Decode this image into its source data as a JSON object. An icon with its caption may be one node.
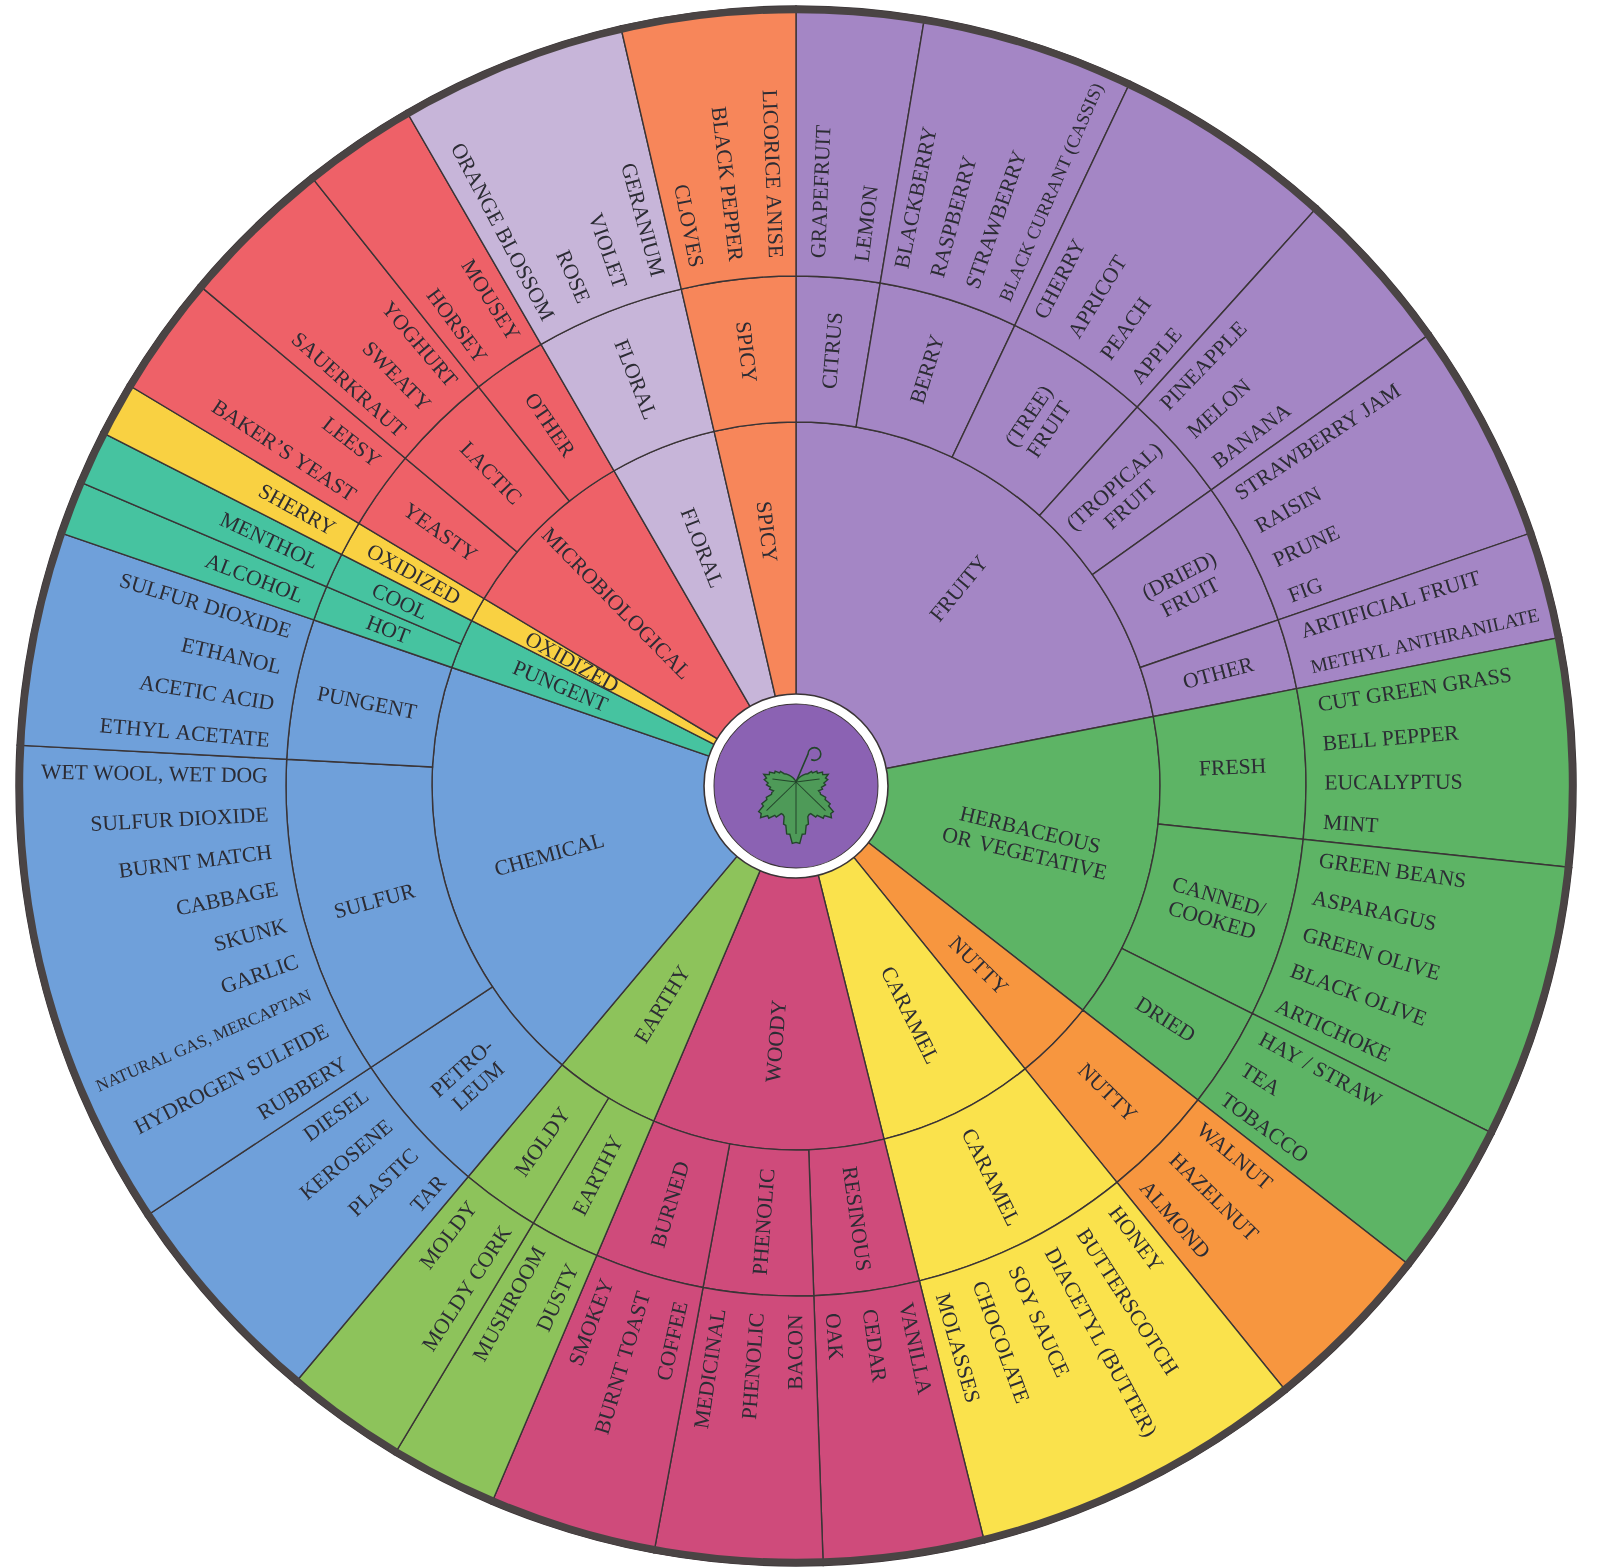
{
  "diagram": {
    "nodes": [
      {
        "text": [
          "FRUITY"
        ]
      },
      {
        "text": [
          "CITRUS"
        ]
      },
      {
        "text": [
          "GRAPEFRUIT",
          "LEMON"
        ]
      },
      {
        "text": [
          "BERRY"
        ]
      },
      {
        "text": [
          "BLACKBERRY",
          "RASPBERRY",
          "STRAWBERRY",
          "BLACK CURRANT (CASSIS)"
        ]
      },
      {
        "text": [
          "(TREE) FRUIT"
        ]
      },
      {
        "text": [
          "CHERRY",
          "APRICOT",
          "PEACH",
          "APPLE"
        ]
      },
      {
        "text": [
          "(TROPICAL) FRUIT"
        ]
      },
      {
        "text": [
          "PINEAPPLE",
          "MELON",
          "BANANA"
        ]
      },
      {
        "text": [
          "(DRIED) FRUIT"
        ]
      },
      {
        "text": [
          "STRAWBERRY JAM",
          "RAISIN",
          "PRUNE",
          "FIG"
        ]
      },
      {
        "text": [
          "OTHER"
        ]
      },
      {
        "text": [
          "ARTIFICIAL FRUIT",
          "METHYL ANTHRANILATE"
        ]
      },
      {
        "text": [
          "HERBACEOUS OR VEGETATIVE"
        ]
      },
      {
        "text": [
          "FRESH"
        ]
      },
      {
        "text": [
          "CUT GREEN GRASS",
          "BELL PEPPER",
          "EUCALYPTUS",
          "MINT"
        ]
      },
      {
        "text": [
          "CANNED/ COOKED"
        ]
      },
      {
        "text": [
          "GREEN BEANS",
          "ASPARAGUS",
          "GREEN OLIVE",
          "BLACK OLIVE",
          "ARTICHOKE"
        ]
      },
      {
        "text": [
          "DRIED"
        ]
      },
      {
        "text": [
          "HAY / STRAW",
          "TEA",
          "TOBACCO"
        ]
      },
      {
        "text": [
          "NUTTY"
        ]
      },
      {
        "text": [
          "NUTTY"
        ]
      },
      {
        "text": [
          "WALNUT",
          "HAZELNUT",
          "ALMOND"
        ]
      },
      {
        "text": [
          "CARAMEL"
        ]
      },
      {
        "text": [
          "CARAMEL"
        ]
      },
      {
        "text": [
          "HONEY",
          "BUTTERSCOTCH",
          "DIACETYL (BUTTER)",
          "SOY SAUCE",
          "CHOCOLATE",
          "MOLASSES"
        ]
      },
      {
        "text": [
          "WOODY"
        ]
      },
      {
        "text": [
          "RESINOUS"
        ]
      },
      {
        "text": [
          "VANILLA",
          "CEDAR",
          "OAK"
        ]
      },
      {
        "text": [
          "PHENOLIC"
        ]
      },
      {
        "text": [
          "BACON",
          "PHENOLIC",
          "MEDICINAL"
        ]
      },
      {
        "text": [
          "BURNED"
        ]
      },
      {
        "text": [
          "COFFEE",
          "BURNT TOAST",
          "SMOKEY"
        ]
      },
      {
        "text": [
          "EARTHY"
        ]
      },
      {
        "text": [
          "EARTHY"
        ]
      },
      {
        "text": [
          "DUSTY",
          "MUSHROOM"
        ]
      },
      {
        "text": [
          "MOLDY"
        ]
      },
      {
        "text": [
          "MOLDY CORK",
          "MOLDY"
        ]
      },
      {
        "text": [
          "CHEMICAL"
        ]
      },
      {
        "text": [
          "PETRO- LEUM"
        ]
      },
      {
        "text": [
          "TAR",
          "PLASTIC",
          "KEROSENE",
          "DIESEL"
        ]
      },
      {
        "text": [
          "SULFUR"
        ]
      },
      {
        "text": [
          "RUBBERY",
          "HYDROGEN SULFIDE",
          "NATURAL GAS, MERCAPTAN",
          "GARLIC",
          "SKUNK",
          "CABBAGE",
          "BURNT MATCH",
          "SULFUR DIOXIDE",
          "WET WOOL, WET DOG"
        ]
      },
      {
        "text": [
          "PUNGENT"
        ]
      },
      {
        "text": [
          "ETHYL ACETATE",
          "ACETIC ACID",
          "ETHANOL",
          "SULFUR DIOXIDE"
        ]
      },
      {
        "text": [
          "PUNGENT"
        ]
      },
      {
        "text": [
          "HOT"
        ]
      },
      {
        "text": [
          "ALCOHOL"
        ]
      },
      {
        "text": [
          "COOL"
        ]
      },
      {
        "text": [
          "MENTHOL"
        ]
      },
      {
        "text": [
          "OXIDIZED"
        ]
      },
      {
        "text": [
          "OXIDIZED"
        ]
      },
      {
        "text": [
          "SHERRY"
        ]
      },
      {
        "text": [
          "MICROBIOLOGICAL"
        ]
      },
      {
        "text": [
          "YEASTY"
        ]
      },
      {
        "text": [
          "BAKER’S YEAST",
          "LEESY"
        ]
      },
      {
        "text": [
          "LACTIC"
        ]
      },
      {
        "text": [
          "SAUERKRAUT",
          "SWEATY",
          "YOGHURT"
        ]
      },
      {
        "text": [
          "OTHER"
        ]
      },
      {
        "text": [
          "HORSEY",
          "MOUSEY"
        ]
      },
      {
        "text": [
          "FLORAL"
        ]
      },
      {
        "text": [
          "FLORAL"
        ]
      },
      {
        "text": [
          "ORANGE BLOSSOM",
          "ROSE",
          "VIOLET",
          "GERANIUM"
        ]
      },
      {
        "text": [
          "SPICY"
        ]
      },
      {
        "text": [
          "SPICY"
        ]
      },
      {
        "text": [
          "CLOVES",
          "BLACK PEPPER",
          "LICORICE ANISE"
        ]
      }
    ]
  }
}
